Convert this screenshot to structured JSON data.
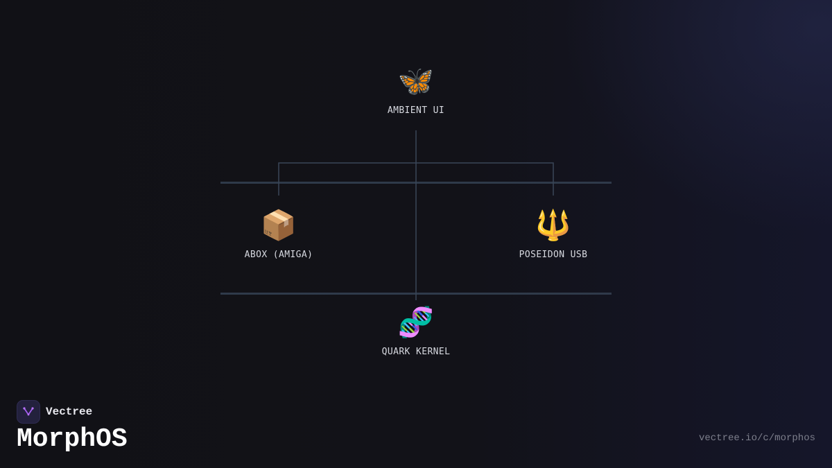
{
  "diagram": {
    "nodes": {
      "ambient_ui": {
        "label": "AMBIENT UI",
        "icon": "🦋",
        "icon_name": "butterfly-icon"
      },
      "abox": {
        "label": "ABOX (AMIGA)",
        "icon": "📦",
        "icon_name": "package-icon"
      },
      "poseidon": {
        "label": "POSEIDON USB",
        "icon": "🔱",
        "icon_name": "trident-icon"
      },
      "quark": {
        "label": "QUARK KERNEL",
        "icon": "🧬",
        "icon_name": "dna-icon"
      }
    },
    "edges": [
      {
        "from": "ambient_ui",
        "to": "abox"
      },
      {
        "from": "ambient_ui",
        "to": "poseidon"
      },
      {
        "from": "ambient_ui",
        "to": "quark"
      }
    ],
    "line_color": "#3a4658"
  },
  "footer": {
    "brand": "Vectree",
    "title": "MorphOS",
    "url": "vectree.io/c/morphos"
  }
}
